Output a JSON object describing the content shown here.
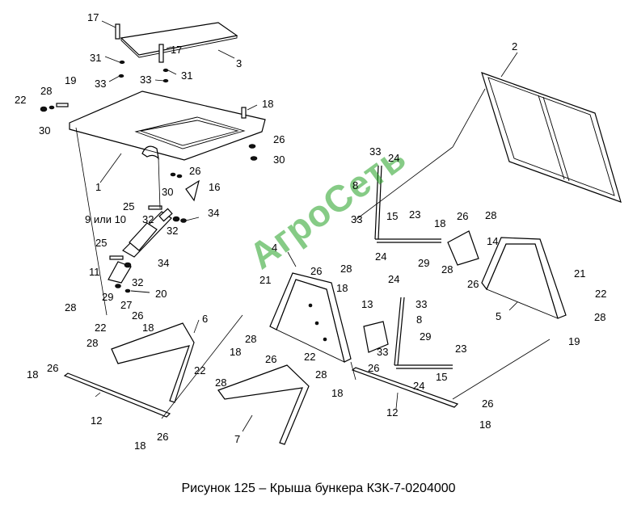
{
  "caption": "Рисунок 125 – Крыша бункера КЗК-7-0204000",
  "watermark": "АгроСеть",
  "colors": {
    "watermark": "#22a022",
    "lines": "#000000",
    "background": "#ffffff"
  },
  "labels": [
    {
      "id": "l1",
      "text": "17"
    },
    {
      "id": "l2",
      "text": "17"
    },
    {
      "id": "l3",
      "text": "3"
    },
    {
      "id": "l4",
      "text": "31"
    },
    {
      "id": "l5",
      "text": "33"
    },
    {
      "id": "l6",
      "text": "33"
    },
    {
      "id": "l7",
      "text": "31"
    },
    {
      "id": "l8",
      "text": "22"
    },
    {
      "id": "l9",
      "text": "28"
    },
    {
      "id": "l10",
      "text": "19"
    },
    {
      "id": "l11",
      "text": "30"
    },
    {
      "id": "l12",
      "text": "18"
    },
    {
      "id": "l13",
      "text": "26"
    },
    {
      "id": "l14",
      "text": "30"
    },
    {
      "id": "l15",
      "text": "1"
    },
    {
      "id": "l16",
      "text": "26"
    },
    {
      "id": "l17",
      "text": "30"
    },
    {
      "id": "l18",
      "text": "16"
    },
    {
      "id": "l19",
      "text": "25"
    },
    {
      "id": "l20",
      "text": "9 или 10"
    },
    {
      "id": "l21",
      "text": "32"
    },
    {
      "id": "l22",
      "text": "34"
    },
    {
      "id": "l23",
      "text": "32"
    },
    {
      "id": "l24",
      "text": "25"
    },
    {
      "id": "l25",
      "text": "11"
    },
    {
      "id": "l26",
      "text": "34"
    },
    {
      "id": "l27",
      "text": "29"
    },
    {
      "id": "l28",
      "text": "32"
    },
    {
      "id": "l29",
      "text": "27"
    },
    {
      "id": "l30",
      "text": "20"
    },
    {
      "id": "l31",
      "text": "28"
    },
    {
      "id": "l32",
      "text": "26"
    },
    {
      "id": "l33",
      "text": "22"
    },
    {
      "id": "l34",
      "text": "18"
    },
    {
      "id": "l35",
      "text": "6"
    },
    {
      "id": "l36",
      "text": "28"
    },
    {
      "id": "l37",
      "text": "18"
    },
    {
      "id": "l38",
      "text": "26"
    },
    {
      "id": "l39",
      "text": "12"
    },
    {
      "id": "l40",
      "text": "18"
    },
    {
      "id": "l41",
      "text": "26"
    },
    {
      "id": "l42",
      "text": "28"
    },
    {
      "id": "l43",
      "text": "18"
    },
    {
      "id": "l44",
      "text": "26"
    },
    {
      "id": "l45",
      "text": "22"
    },
    {
      "id": "l46",
      "text": "28"
    },
    {
      "id": "l47",
      "text": "7"
    },
    {
      "id": "l48",
      "text": "4"
    },
    {
      "id": "l49",
      "text": "26"
    },
    {
      "id": "l50",
      "text": "28"
    },
    {
      "id": "l51",
      "text": "21"
    },
    {
      "id": "l52",
      "text": "18"
    },
    {
      "id": "l53",
      "text": "22"
    },
    {
      "id": "l54",
      "text": "28"
    },
    {
      "id": "l55",
      "text": "18"
    },
    {
      "id": "l56",
      "text": "33"
    },
    {
      "id": "l57",
      "text": "24"
    },
    {
      "id": "l58",
      "text": "8"
    },
    {
      "id": "l59",
      "text": "33"
    },
    {
      "id": "l60",
      "text": "15"
    },
    {
      "id": "l61",
      "text": "23"
    },
    {
      "id": "l62",
      "text": "24"
    },
    {
      "id": "l63",
      "text": "18"
    },
    {
      "id": "l64",
      "text": "26"
    },
    {
      "id": "l65",
      "text": "28"
    },
    {
      "id": "l66",
      "text": "14"
    },
    {
      "id": "l67",
      "text": "29"
    },
    {
      "id": "l68",
      "text": "28"
    },
    {
      "id": "l69",
      "text": "26"
    },
    {
      "id": "l70",
      "text": "2"
    },
    {
      "id": "l71",
      "text": "24"
    },
    {
      "id": "l72",
      "text": "33"
    },
    {
      "id": "l73",
      "text": "13"
    },
    {
      "id": "l74",
      "text": "8"
    },
    {
      "id": "l75",
      "text": "29"
    },
    {
      "id": "l76",
      "text": "33"
    },
    {
      "id": "l77",
      "text": "23"
    },
    {
      "id": "l78",
      "text": "26"
    },
    {
      "id": "l79",
      "text": "15"
    },
    {
      "id": "l80",
      "text": "24"
    },
    {
      "id": "l81",
      "text": "12"
    },
    {
      "id": "l82",
      "text": "26"
    },
    {
      "id": "l83",
      "text": "18"
    },
    {
      "id": "l84",
      "text": "21"
    },
    {
      "id": "l85",
      "text": "22"
    },
    {
      "id": "l86",
      "text": "5"
    },
    {
      "id": "l87",
      "text": "28"
    },
    {
      "id": "l88",
      "text": "19"
    }
  ]
}
